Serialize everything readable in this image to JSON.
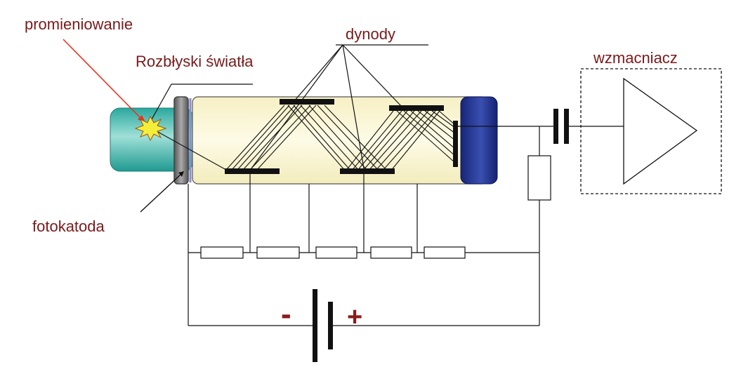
{
  "labels": {
    "radiation": "promieniowanie",
    "flashes": "Rozbłyski światła",
    "dynodes": "dynody",
    "amplifier": "wzmacniacz",
    "photocathode": "fotokatoda",
    "minus": "-",
    "plus": "+"
  },
  "colors": {
    "label_text": "#7b1a1a",
    "sign_text": "#8b1a1a",
    "scintillator": "#35b8ad",
    "tube_glass": "#fbf7d2",
    "anode": "#1e2f8a",
    "arrow": "#e8351f",
    "flash": "#f4ee3a"
  },
  "icons": {
    "flash": "starburst-icon",
    "amplifier": "triangle-amplifier-icon",
    "battery": "battery-icon",
    "capacitor": "capacitor-icon",
    "resistor": "resistor-icon"
  }
}
